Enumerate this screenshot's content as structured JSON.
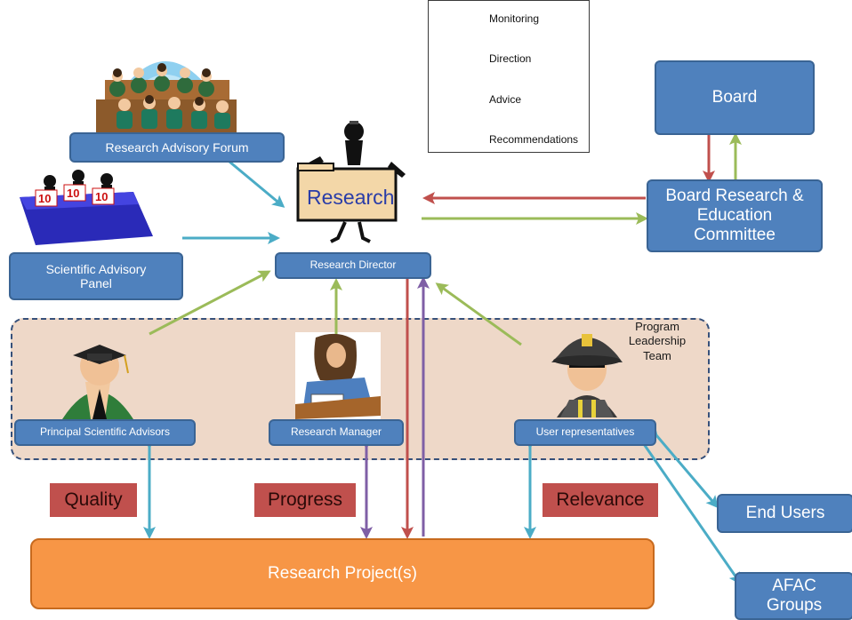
{
  "legend": {
    "items": [
      {
        "label": "Monitoring",
        "color": "#7f5fa6"
      },
      {
        "label": "Direction",
        "color": "#c0504d"
      },
      {
        "label": "Advice",
        "color": "#4bacc6"
      },
      {
        "label": "Recommendations",
        "color": "#9bbb59"
      }
    ]
  },
  "nodes": {
    "research_advisory_forum": "Research Advisory Forum",
    "scientific_advisory_panel": "Scientific Advisory Panel",
    "research_sign": "Research",
    "research_director": "Research Director",
    "board": "Board",
    "board_committee": "Board Research & Education Committee",
    "program_leadership_team": "Program Leadership Team",
    "principal_scientific_advisors": "Principal Scientific Advisors",
    "research_manager": "Research Manager",
    "user_representatives": "User representatives",
    "end_users": "End Users",
    "afac_groups": "AFAC Groups",
    "research_projects": "Research Project(s)"
  },
  "labels": {
    "quality": "Quality",
    "progress": "Progress",
    "relevance": "Relevance"
  },
  "judge_card_numbers": [
    "10",
    "10",
    "10"
  ],
  "colors": {
    "box_blue": "#4f81bd",
    "monitoring": "#7f5fa6",
    "direction": "#c0504d",
    "advice": "#4bacc6",
    "recommendations": "#9bbb59",
    "project_orange": "#f79646",
    "team_region": "#eed8c8"
  }
}
